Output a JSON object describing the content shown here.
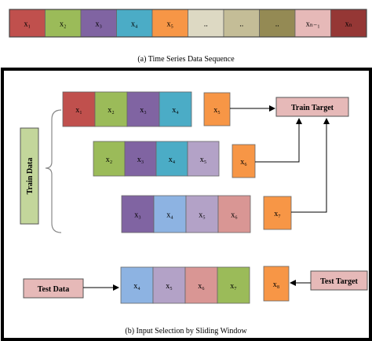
{
  "part_a": {
    "cells": [
      {
        "label": "x₁",
        "color": "#c0504d"
      },
      {
        "label": "x₂",
        "color": "#9bbb59"
      },
      {
        "label": "x₃",
        "color": "#8064a2"
      },
      {
        "label": "x₄",
        "color": "#4bacc6"
      },
      {
        "label": "x₅",
        "color": "#f79646"
      },
      {
        "label": "..",
        "color": "#ddd9c3"
      },
      {
        "label": "..",
        "color": "#c4bd97"
      },
      {
        "label": "..",
        "color": "#948a54"
      },
      {
        "label": "xₙ₋₁",
        "color": "#e6b9b8"
      },
      {
        "label": "xₙ",
        "color": "#953735"
      }
    ],
    "caption": "(a) Time Series Data Sequence"
  },
  "part_b": {
    "train_data_label": "Train Data",
    "train_target_label": "Train Target",
    "test_data_label": "Test Data",
    "test_target_label": "Test Target",
    "caption": "(b) Input Selection by Sliding Window",
    "windows": [
      {
        "cells": [
          {
            "label": "x₁",
            "color": "#c0504d"
          },
          {
            "label": "x₂",
            "color": "#9bbb59"
          },
          {
            "label": "x₃",
            "color": "#8064a2"
          },
          {
            "label": "x₄",
            "color": "#4bacc6"
          }
        ],
        "target": {
          "label": "x₅",
          "color": "#f79646"
        }
      },
      {
        "cells": [
          {
            "label": "x₂",
            "color": "#9bbb59"
          },
          {
            "label": "x₃",
            "color": "#8064a2"
          },
          {
            "label": "x₄",
            "color": "#4bacc6"
          },
          {
            "label": "x₅",
            "color": "#b3a2c7"
          }
        ],
        "target": {
          "label": "x₆",
          "color": "#f79646"
        }
      },
      {
        "cells": [
          {
            "label": "x₃",
            "color": "#8064a2"
          },
          {
            "label": "x₄",
            "color": "#8db3e2"
          },
          {
            "label": "x₅",
            "color": "#b3a2c7"
          },
          {
            "label": "x₆",
            "color": "#d99694"
          }
        ],
        "target": {
          "label": "x₇",
          "color": "#f79646"
        }
      }
    ],
    "test_window": {
      "cells": [
        {
          "label": "x₄",
          "color": "#8db3e2"
        },
        {
          "label": "x₅",
          "color": "#b3a2c7"
        },
        {
          "label": "x₆",
          "color": "#d99694"
        },
        {
          "label": "x₇",
          "color": "#9bbb59"
        }
      ],
      "target": {
        "label": "x₈",
        "color": "#f79646"
      }
    },
    "colors": {
      "frame": "#000000",
      "train_target_fill": "#e6b9b8",
      "train_data_fill": "#c3d69b",
      "test_fill": "#e6b9b8"
    }
  }
}
